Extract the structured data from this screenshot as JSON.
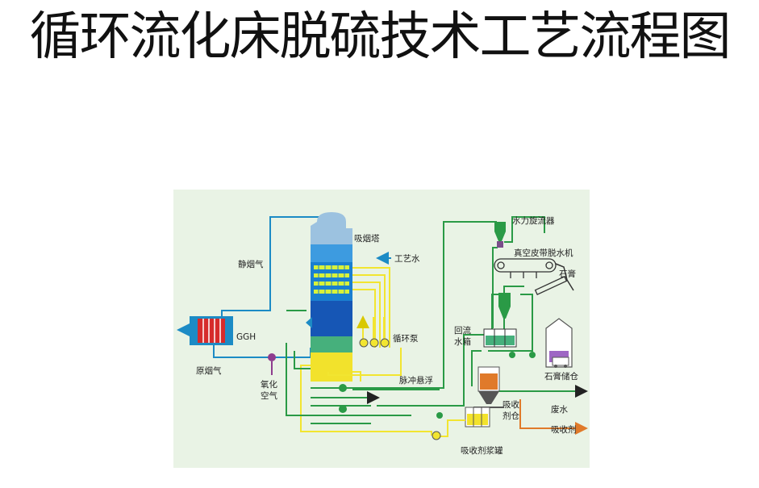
{
  "title": "循环流化床脱硫技术工艺流程图",
  "diagram": {
    "labels": {
      "absorber": "吸烟塔",
      "process_water": "工艺水",
      "clean_gas": "静烟气",
      "ggh": "GGH",
      "raw_gas": "原烟气",
      "oxidation_air_1": "氧化",
      "oxidation_air_2": "空气",
      "circulation_pump": "循环泵",
      "pulse_suspension": "脉冲悬浮",
      "hydrocyclone": "水力旋流器",
      "belt_filter": "真空皮带脱水机",
      "gypsum": "石膏",
      "return_tank_1": "回流",
      "return_tank_2": "水箱",
      "gypsum_silo": "石膏储仓",
      "absorbent_silo_1": "吸收",
      "absorbent_silo_2": "剂仓",
      "waste_water": "废水",
      "absorbent": "吸收剂",
      "slurry_tank": "吸收剂浆罐"
    },
    "colors": {
      "background": "#e9f3e5",
      "pipe_blue": "#1c8bc5",
      "pipe_green": "#2a9a46",
      "pipe_yellow": "#f2e530",
      "pipe_orange": "#e07a2a",
      "tower_top": "#9cc2e0",
      "tower_mid": "#1a7fd0",
      "tower_dark": "#1656b5",
      "tower_green": "#46b07c",
      "tower_slurry": "#f2e22c",
      "ggh_red": "#d62b2b"
    }
  }
}
